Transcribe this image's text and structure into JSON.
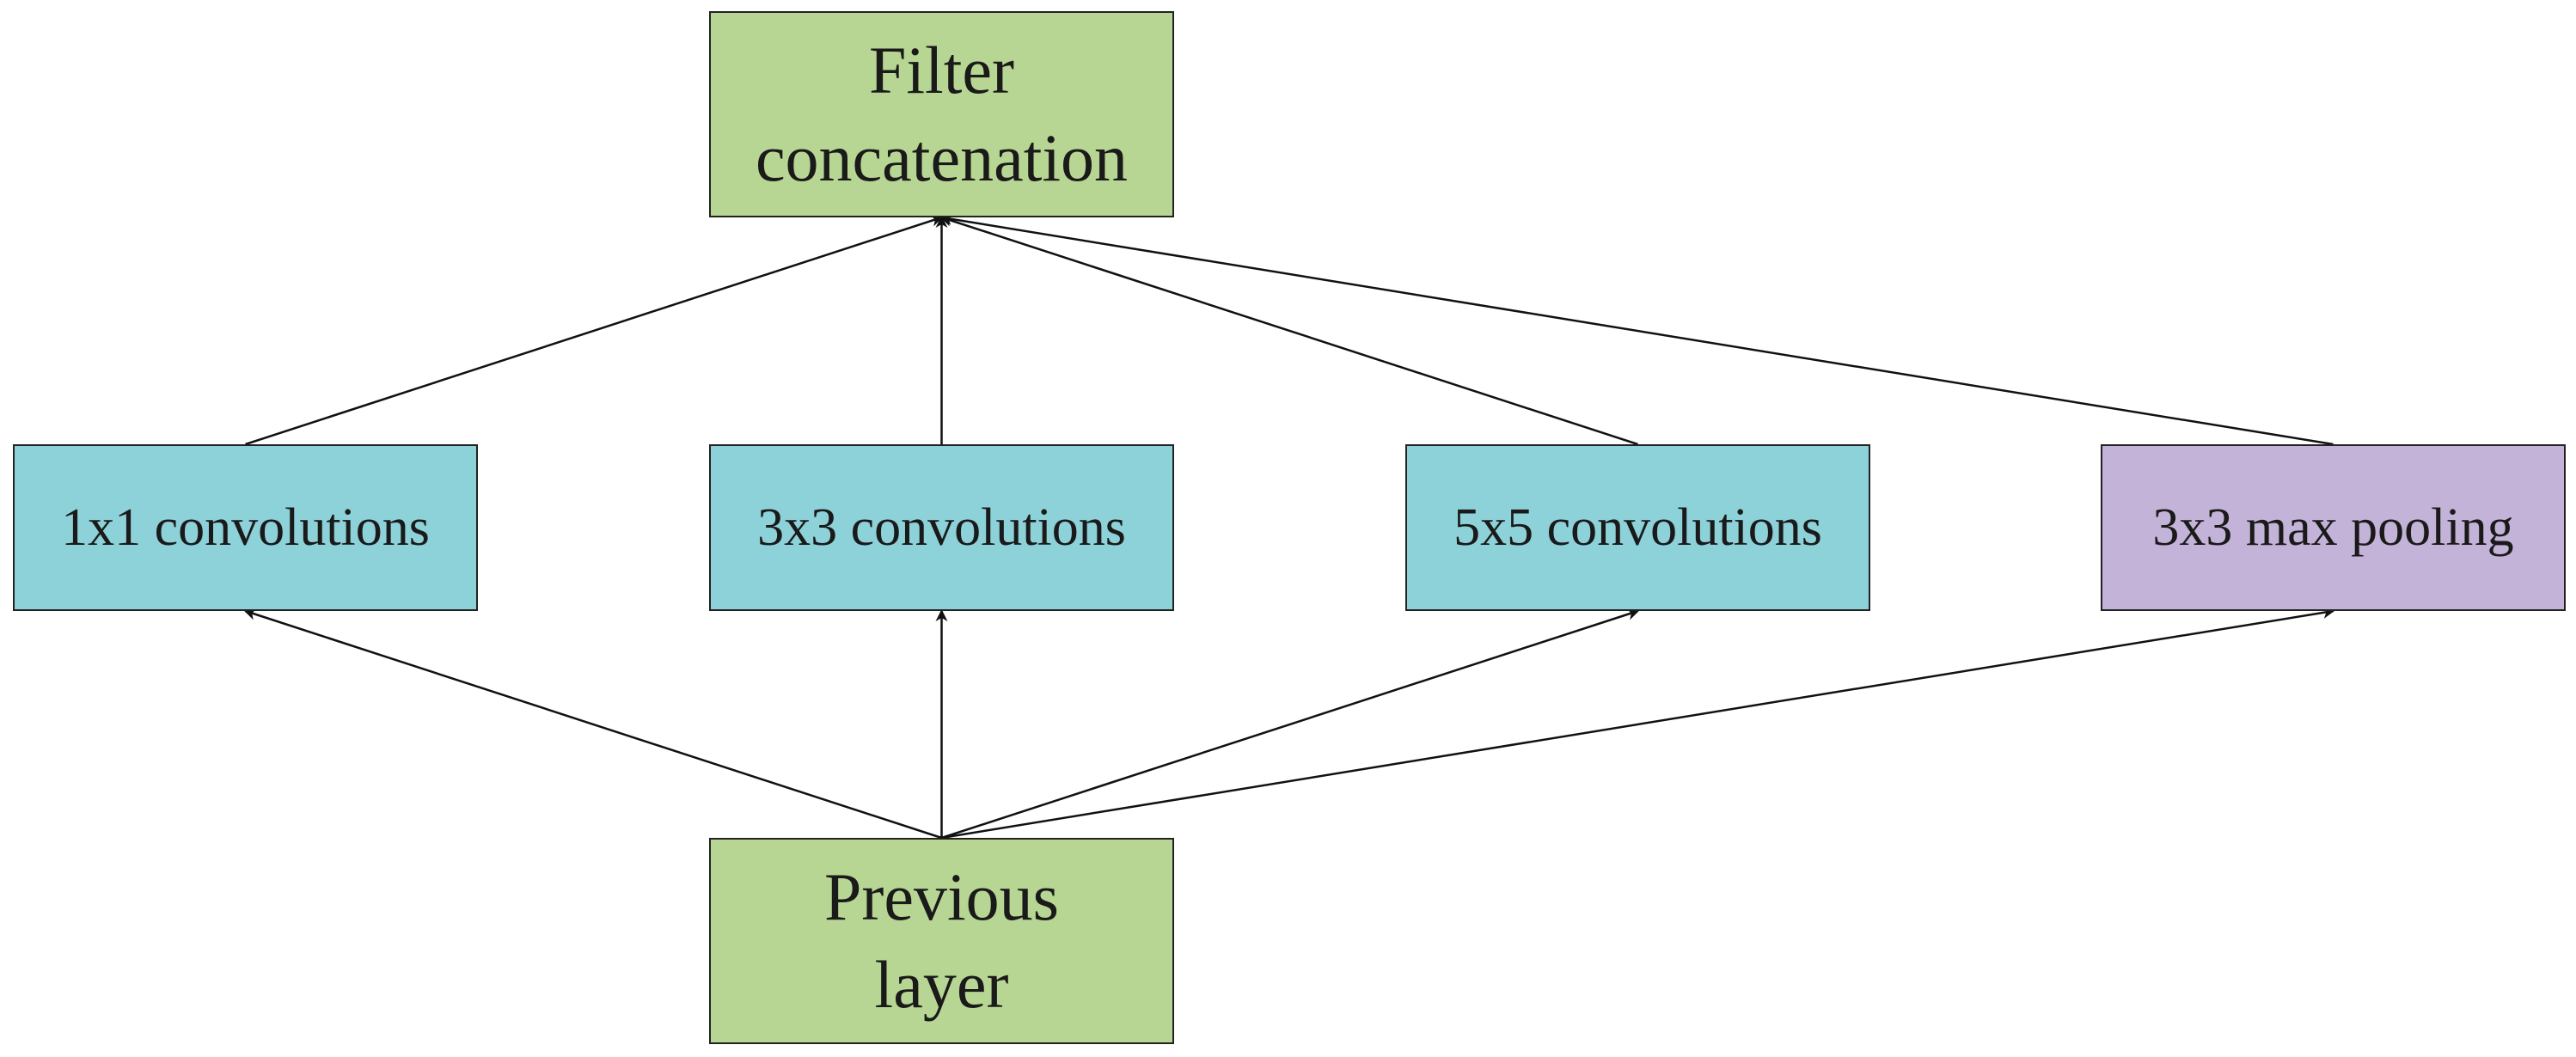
{
  "colors": {
    "green": "#b8d693",
    "cyan": "#8dd1d9",
    "purple": "#c4b3d8",
    "line": "#111111"
  },
  "nodes": {
    "filter": {
      "label": "Filter\nconcatenation",
      "color": "green"
    },
    "conv1": {
      "label": "1x1 convolutions",
      "color": "cyan"
    },
    "conv3": {
      "label": "3x3 convolutions",
      "color": "cyan"
    },
    "conv5": {
      "label": "5x5 convolutions",
      "color": "cyan"
    },
    "pool": {
      "label": "3x3 max pooling",
      "color": "purple"
    },
    "prev": {
      "label": "Previous\nlayer",
      "color": "green"
    }
  },
  "edges": [
    {
      "from": "prev",
      "to": "conv1"
    },
    {
      "from": "prev",
      "to": "conv3"
    },
    {
      "from": "prev",
      "to": "conv5"
    },
    {
      "from": "prev",
      "to": "pool"
    },
    {
      "from": "conv1",
      "to": "filter"
    },
    {
      "from": "conv3",
      "to": "filter"
    },
    {
      "from": "conv5",
      "to": "filter"
    },
    {
      "from": "pool",
      "to": "filter"
    }
  ]
}
